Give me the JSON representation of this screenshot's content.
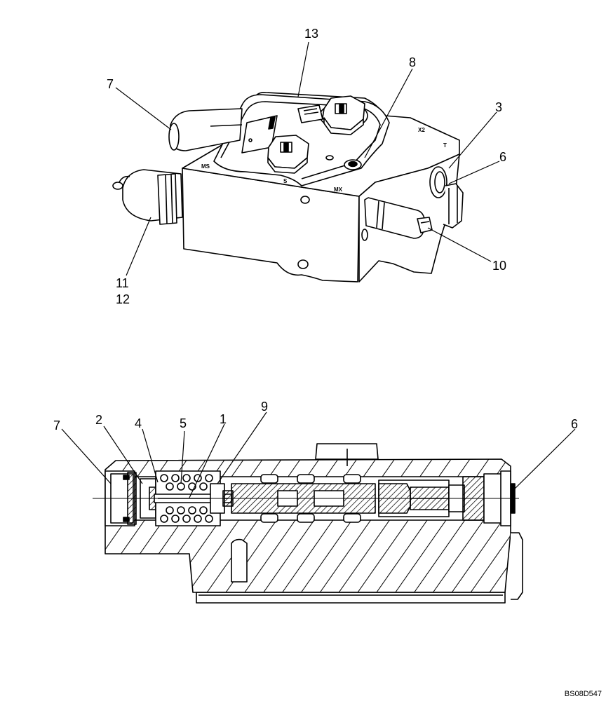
{
  "iso_view": {
    "callouts": {
      "c13": "13",
      "c8": "8",
      "c7": "7",
      "c3": "3",
      "c6": "6",
      "c10": "10",
      "c11": "11",
      "c12": "12"
    },
    "port_labels": {
      "ms": "MS",
      "s": "S",
      "mx": "MX",
      "x2": "X2",
      "t": "T"
    }
  },
  "section_view": {
    "callouts": {
      "c7": "7",
      "c2": "2",
      "c4": "4",
      "c5": "5",
      "c1": "1",
      "c9": "9",
      "c6": "6"
    }
  },
  "reference_code": "BS08D547"
}
